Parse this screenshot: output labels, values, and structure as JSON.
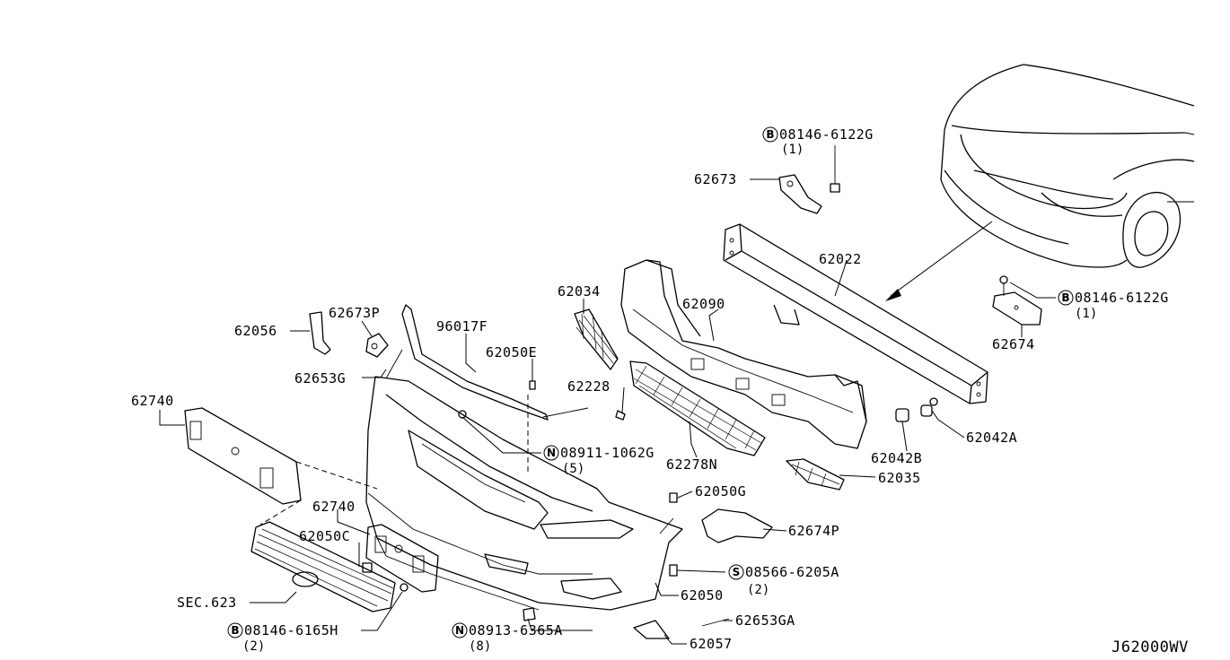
{
  "diagram_code": "J62000WV",
  "parts": {
    "p62022": "62022",
    "p62090": "62090",
    "p62034": "62034",
    "p62035": "62035",
    "p62042A": "62042A",
    "p62042B": "62042B",
    "p62674": "62674",
    "p62673": "62673",
    "p62056": "62056",
    "p62673P": "62673P",
    "p96017F": "96017F",
    "p62050E": "62050E",
    "p62653G": "62653G",
    "p62228": "62228",
    "p62278N": "62278N",
    "p62740a": "62740",
    "p62740b": "62740",
    "p62050C": "62050C",
    "p62050G": "62050G",
    "p62674P": "62674P",
    "p62050": "62050",
    "p62653GA": "62653GA",
    "p62057": "62057",
    "sec623": "SEC.623"
  },
  "fasteners": {
    "b1": {
      "prefix": "B",
      "code": "08146-6122G",
      "qty": "(1)"
    },
    "b2": {
      "prefix": "B",
      "code": "08146-6122G",
      "qty": "(1)"
    },
    "n1": {
      "prefix": "N",
      "code": "08911-1062G",
      "qty": "(5)"
    },
    "s1": {
      "prefix": "S",
      "code": "08566-6205A",
      "qty": "(2)"
    },
    "b3": {
      "prefix": "B",
      "code": "08146-6165H",
      "qty": "(2)"
    },
    "n2": {
      "prefix": "N",
      "code": "08913-6365A",
      "qty": "(8)"
    }
  }
}
